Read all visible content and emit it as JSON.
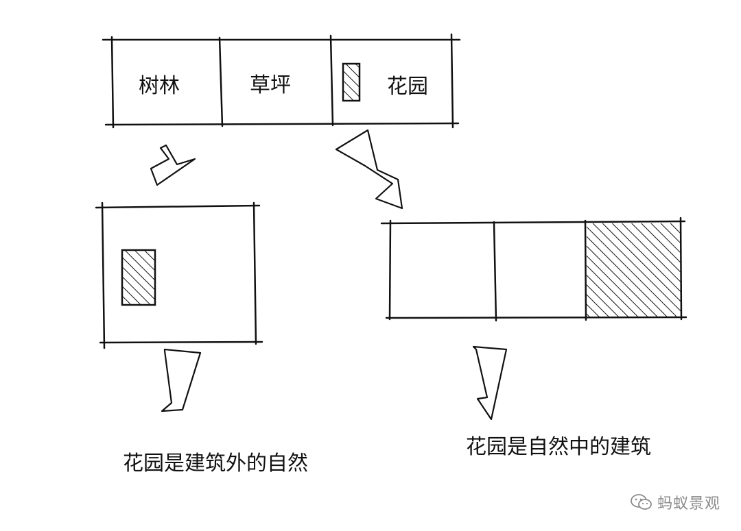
{
  "top_strip": {
    "cells": [
      "树林",
      "草坪",
      "花园"
    ]
  },
  "captions": {
    "left": "花园是建筑外的自然",
    "right": "花园是自然中的建筑"
  },
  "watermark": {
    "text": "蚂蚁景观",
    "icon": "wechat-icon"
  },
  "colors": {
    "ink": "#111111",
    "watermark": "#8a8a8a"
  }
}
